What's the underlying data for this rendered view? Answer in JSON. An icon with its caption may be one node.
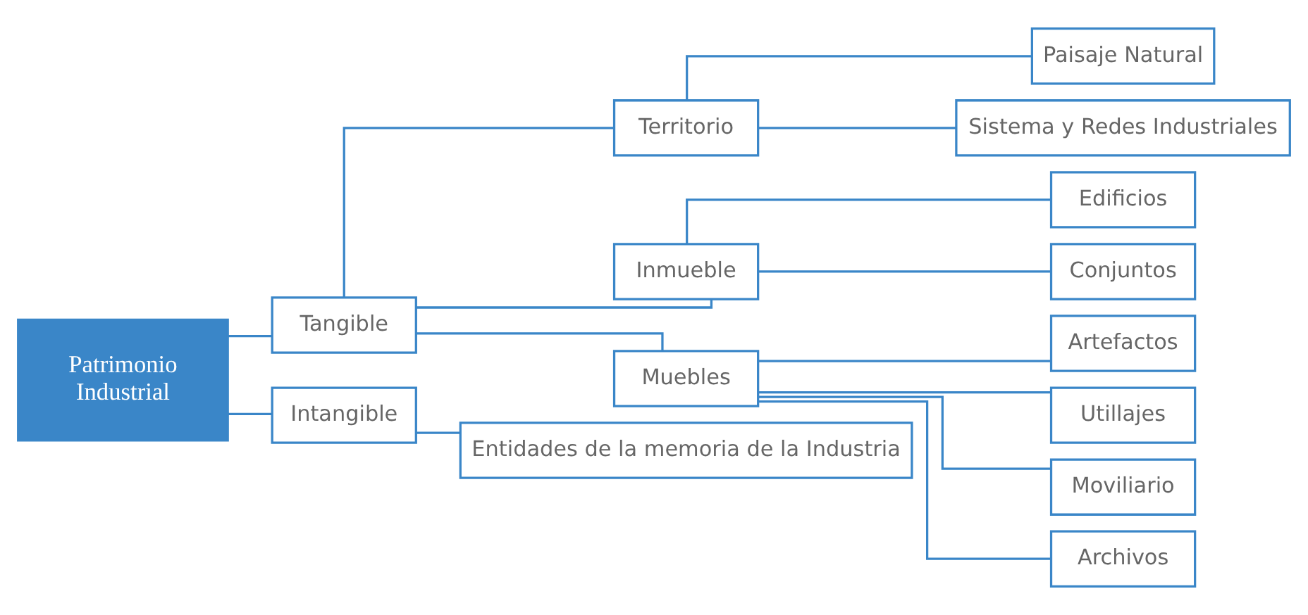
{
  "diagram": {
    "nodes": [
      {
        "text": [
          "Patrimonio Industrial"
        ]
      },
      {
        "text": [
          "Tangible"
        ]
      },
      {
        "text": [
          "Intangible"
        ]
      },
      {
        "text": [
          "Territorio"
        ]
      },
      {
        "text": [
          "Inmueble"
        ]
      },
      {
        "text": [
          "Muebles"
        ]
      },
      {
        "text": [
          "Paisaje Natural"
        ]
      },
      {
        "text": [
          "Sistema y Redes Industriales"
        ]
      },
      {
        "text": [
          "Edificios"
        ]
      },
      {
        "text": [
          "Conjuntos"
        ]
      },
      {
        "text": [
          "Artefactos"
        ]
      },
      {
        "text": [
          "Utillajes"
        ]
      },
      {
        "text": [
          "Moviliario"
        ]
      },
      {
        "text": [
          "Archivos"
        ]
      },
      {
        "text": [
          "Entidades de la memoria de la Industria"
        ]
      }
    ],
    "edges": [
      {
        "from": 0,
        "to": 1,
        "arrow": "none"
      },
      {
        "from": 0,
        "to": 2,
        "arrow": "none"
      },
      {
        "from": 1,
        "to": 3,
        "arrow": "none"
      },
      {
        "from": 1,
        "to": 4,
        "arrow": "none"
      },
      {
        "from": 1,
        "to": 5,
        "arrow": "none"
      },
      {
        "from": 3,
        "to": 6,
        "arrow": "none"
      },
      {
        "from": 3,
        "to": 7,
        "arrow": "none"
      },
      {
        "from": 4,
        "to": 8,
        "arrow": "none"
      },
      {
        "from": 4,
        "to": 9,
        "arrow": "none"
      },
      {
        "from": 5,
        "to": 10,
        "arrow": "none"
      },
      {
        "from": 5,
        "to": 11,
        "arrow": "none"
      },
      {
        "from": 5,
        "to": 12,
        "arrow": "none"
      },
      {
        "from": 5,
        "to": 13,
        "arrow": "none"
      },
      {
        "from": 2,
        "to": 14,
        "arrow": "none"
      }
    ]
  }
}
